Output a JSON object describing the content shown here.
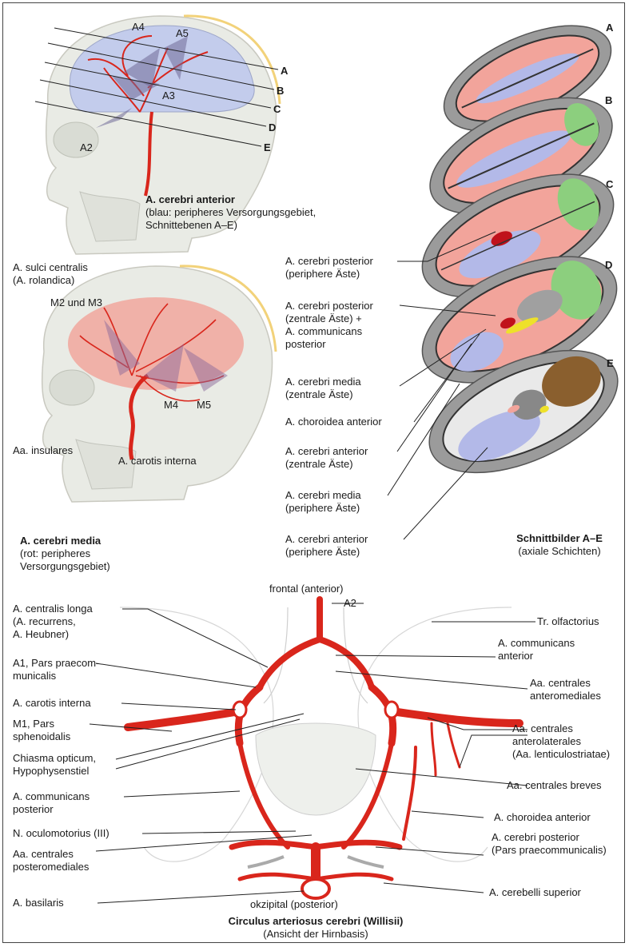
{
  "head_anterior": {
    "territory_tags": [
      "A2",
      "A3",
      "A4",
      "A5"
    ],
    "planes": [
      "A",
      "B",
      "C",
      "D",
      "E"
    ],
    "caption_title": "A. cerebri anterior",
    "caption_body": "(blau: peripheres Versorgungsgebiet,\nSchnittebenen A–E)"
  },
  "head_media": {
    "label_sulci": "A. sulci centralis\n(A. rolandica)",
    "label_m2m3": "M2 und M3",
    "label_m4": "M4",
    "label_m5": "M5",
    "label_insulares": "Aa. insulares",
    "label_carotis": "A. carotis interna",
    "caption_title": "A. cerebri media",
    "caption_body": "(rot: peripheres\nVersorgungsgebiet)"
  },
  "sections": {
    "letters": [
      "A",
      "B",
      "C",
      "D",
      "E"
    ],
    "labels": [
      "A. cerebri posterior\n(periphere Äste)",
      "A. cerebri posterior\n(zentrale Äste) +\nA. communicans\nposterior",
      "A. cerebri media\n(zentrale Äste)",
      "A. choroidea anterior",
      "A. cerebri anterior\n(zentrale Äste)",
      "A. cerebri media\n(periphere Äste)",
      "A. cerebri anterior\n(periphere Äste)"
    ],
    "caption_title": "Schnittbilder A–E",
    "caption_body": "(axiale Schichten)"
  },
  "circle": {
    "top_label": "frontal (anterior)",
    "a2_label": "A2",
    "bottom_label": "okzipital (posterior)",
    "left_labels": [
      "A. centralis longa\n(A. recurrens,\nA. Heubner)",
      "A1, Pars praecom-\nmunicalis",
      "A. carotis interna",
      "M1, Pars\nsphenoidalis",
      "Chiasma opticum,\nHypophysenstiel",
      "A. communicans\nposterior",
      "N. oculomotorius (III)",
      "Aa. centrales\nposteromediales",
      "A. basilaris"
    ],
    "right_labels": [
      "Tr. olfactorius",
      "A. communicans\nanterior",
      "Aa. centrales\nanteromediales",
      "Aa. centrales\nanterolaterales\n(Aa. lenticulostriatae)",
      "Aa. centrales breves",
      "A. choroidea anterior",
      "A. cerebri posterior\n(Pars praecommunicalis)",
      "A. cerebelli superior"
    ],
    "caption_title": "Circulus arteriosus cerebri (Willisii)",
    "caption_body": "(Ansicht der Hirnbasis)"
  },
  "colors": {
    "artery": "#d9261c",
    "anterior_territory": "#a9b5e3",
    "media_territory": "#ee8a80",
    "posterior_territory": "#8ccf7e",
    "skull": "#e6e8e2",
    "leader": "#222222"
  }
}
